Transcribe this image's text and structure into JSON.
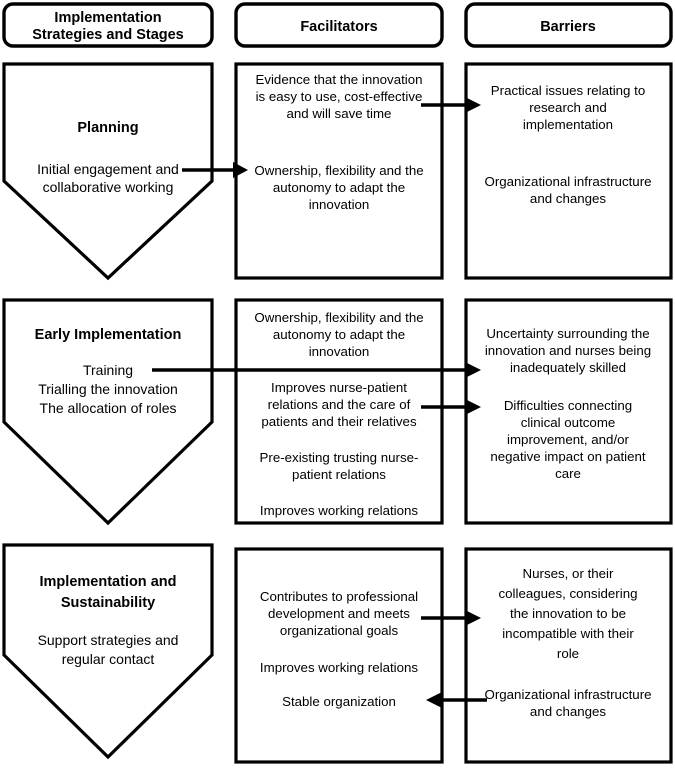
{
  "headers": [
    {
      "id": "implementation-strategies-and-stages",
      "lines": [
        "Implementation",
        "Strategies and Stages"
      ]
    },
    {
      "id": "facilitators",
      "lines": [
        "Facilitators"
      ]
    },
    {
      "id": "barriers",
      "lines": [
        "Barriers"
      ]
    }
  ],
  "sections": [
    {
      "id": "planning",
      "stage": {
        "title": "Planning",
        "detail_lines": [
          "Initial engagement and",
          "collaborative working"
        ]
      },
      "facilitators": [
        {
          "lines": [
            "Evidence that the innovation",
            "is easy to use, cost-effective",
            "and will save time"
          ]
        },
        {
          "lines": [
            "Ownership, flexibility and the",
            "autonomy to adapt the",
            "innovation"
          ]
        }
      ],
      "barriers": [
        {
          "lines": [
            "Practical issues relating to",
            "research and",
            "implementation"
          ]
        },
        {
          "lines": [
            "Organizational infrastructure",
            "and changes"
          ]
        }
      ]
    },
    {
      "id": "early-implementation",
      "stage": {
        "title": "Early Implementation",
        "detail_lines": [
          "Training",
          "Trialling the innovation",
          "The allocation of roles"
        ]
      },
      "facilitators": [
        {
          "lines": [
            "Ownership, flexibility and the",
            "autonomy to adapt the",
            "innovation"
          ]
        },
        {
          "lines": [
            "Improves nurse-patient",
            "relations and the care of",
            "patients and their relatives"
          ]
        },
        {
          "lines": [
            "Pre-existing trusting nurse-",
            "patient relations"
          ]
        },
        {
          "lines": [
            "Improves working relations"
          ]
        }
      ],
      "barriers": [
        {
          "lines": [
            "Uncertainty surrounding the",
            "innovation and nurses being",
            "inadequately skilled"
          ]
        },
        {
          "lines": [
            "Difficulties connecting",
            "clinical outcome",
            "improvement, and/or",
            "negative impact on patient",
            "care"
          ]
        }
      ]
    },
    {
      "id": "implementation-and-sustainability",
      "stage": {
        "title_lines": [
          "Implementation and",
          "Sustainability"
        ],
        "detail_lines": [
          "Support strategies and",
          "regular contact"
        ]
      },
      "facilitators": [
        {
          "lines": [
            "Contributes to professional",
            "development and meets",
            "organizational goals"
          ]
        },
        {
          "lines": [
            "Improves working relations"
          ]
        },
        {
          "lines": [
            "Stable organization"
          ]
        }
      ],
      "barriers": [
        {
          "lines": [
            "Nurses, or their",
            "colleagues, considering",
            "the innovation to be",
            "incompatible with their",
            "role"
          ]
        },
        {
          "lines": [
            "Organizational infrastructure",
            "and changes"
          ]
        }
      ]
    }
  ],
  "colors": {
    "stroke": "#000000",
    "fill": "#ffffff",
    "text": "#000000"
  }
}
